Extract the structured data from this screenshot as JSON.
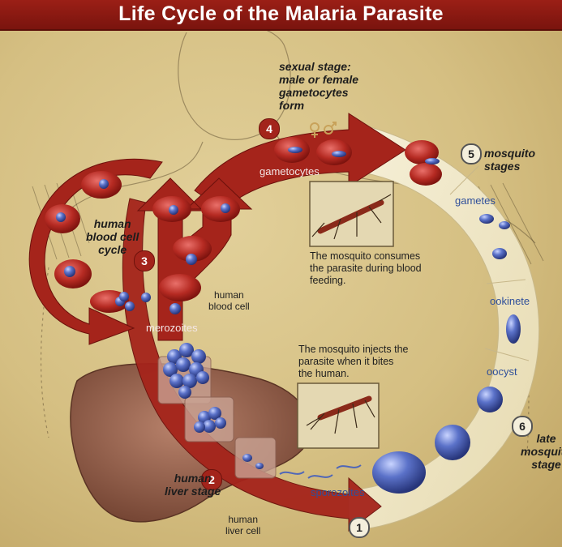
{
  "title": "Life Cycle of the Malaria Parasite",
  "stages": {
    "s1": {
      "number": "1"
    },
    "s2": {
      "number": "2",
      "label": "human\nliver stage"
    },
    "s3": {
      "number": "3",
      "label": "human\nblood cell\ncycle"
    },
    "s4": {
      "number": "4",
      "label": "sexual stage:\nmale or female\ngametocytes\nform"
    },
    "s5": {
      "number": "5",
      "label": "mosquito\nstages"
    },
    "s6": {
      "number": "6",
      "label": "late\nmosquito\nstage"
    }
  },
  "labels": {
    "gametocytes": "gametocytes",
    "merozoites": "merozoites",
    "human_blood_cell": "human\nblood cell",
    "human_liver_cell": "human\nliver cell",
    "sporozoites": "sporozoites",
    "gametes": "gametes",
    "ookinete": "ookinete",
    "oocyst": "oocyst"
  },
  "notes": {
    "consume": "The mosquito consumes\nthe parasite during blood\nfeeding.",
    "inject": "The mosquito injects the\nparasite when it bites\nthe human."
  },
  "colors": {
    "title_bar": "#8c1a12",
    "red_arrow": "#a5241b",
    "cream_band": "#efe6c6",
    "parasite_blue": "#4f66b8",
    "liver": "#8f5a45"
  }
}
